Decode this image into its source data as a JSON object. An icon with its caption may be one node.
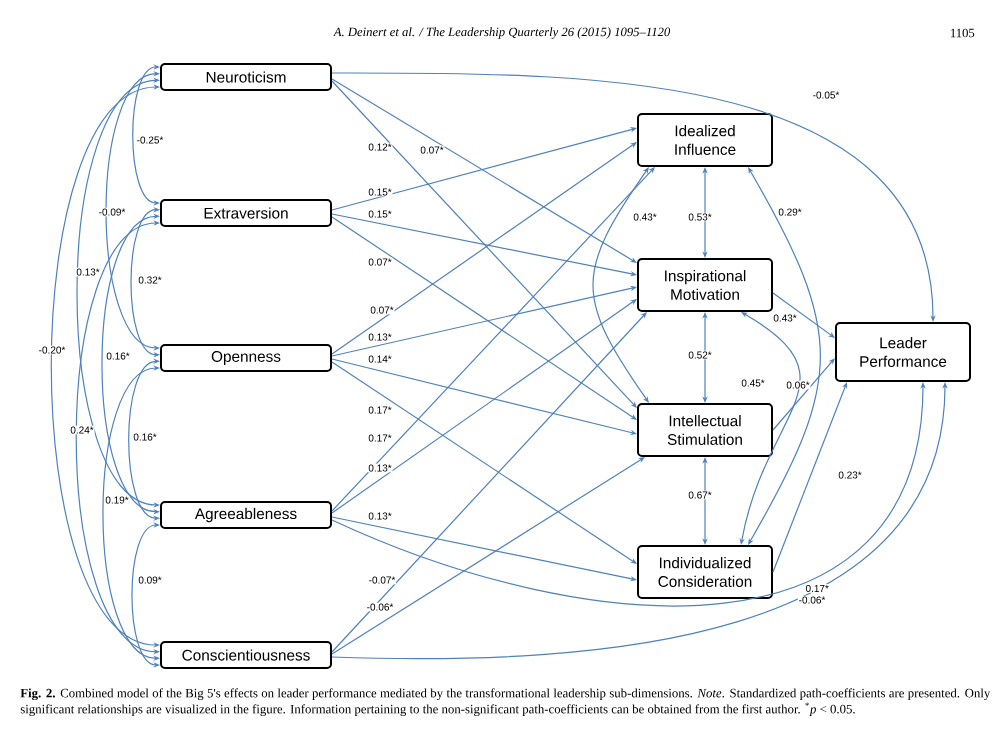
{
  "diagram": {
    "caption": "**Fig. 2.** Combined model of the Big 5's effects on leader performance mediated by the transformational leadership sub-dimensions. *Note*. Standardized path-coefficients are presented. Only significant relationships are visualized in the figure. Information pertaining to the non-significant path-coefficients can be obtained from the first author. $^{*}$*p* < 0.05.",
    "nodes": [
      {
        "text": [
          "Neuroticism"
        ]
      },
      {
        "text": [
          "Extraversion"
        ]
      },
      {
        "text": [
          "Openness"
        ]
      },
      {
        "text": [
          "Agreeableness"
        ]
      },
      {
        "text": [
          "Conscientiousness"
        ]
      },
      {
        "text": [
          "Idealized Influence"
        ]
      },
      {
        "text": [
          "Inspirational Motivation"
        ]
      },
      {
        "text": [
          "Intellectual Stimulation"
        ]
      },
      {
        "text": [
          "Individualized Consideration"
        ]
      },
      {
        "text": [
          "Leader Performance"
        ]
      }
    ],
    "edges": [
      {
        "from": 0,
        "to": 1,
        "arrow": "both",
        "label": "-0.25*"
      },
      {
        "from": 0,
        "to": 2,
        "arrow": "both",
        "label": "-0.09*"
      },
      {
        "from": 0,
        "to": 3,
        "arrow": "both",
        "label": "0.13*"
      },
      {
        "from": 0,
        "to": 4,
        "arrow": "both",
        "label": "-0.20*"
      },
      {
        "from": 1,
        "to": 2,
        "arrow": "both",
        "label": "0.32*"
      },
      {
        "from": 1,
        "to": 3,
        "arrow": "both",
        "label": "0.16*"
      },
      {
        "from": 1,
        "to": 4,
        "arrow": "both",
        "label": "0.24*"
      },
      {
        "from": 2,
        "to": 3,
        "arrow": "both",
        "label": "0.16*"
      },
      {
        "from": 2,
        "to": 4,
        "arrow": "both",
        "label": "0.19*"
      },
      {
        "from": 3,
        "to": 4,
        "arrow": "both",
        "label": "0.09*"
      },
      {
        "from": 0,
        "to": 6,
        "arrow": "to",
        "label": "0.07*"
      },
      {
        "from": 0,
        "to": 7,
        "arrow": "to",
        "label": "0.12*"
      },
      {
        "from": 0,
        "to": 9,
        "arrow": "to",
        "label": "-0.05*"
      },
      {
        "from": 1,
        "to": 5,
        "arrow": "to",
        "label": "0.15*"
      },
      {
        "from": 1,
        "to": 6,
        "arrow": "to",
        "label": "0.15*"
      },
      {
        "from": 1,
        "to": 7,
        "arrow": "to",
        "label": "0.07*"
      },
      {
        "from": 2,
        "to": 5,
        "arrow": "to",
        "label": "0.07*"
      },
      {
        "from": 2,
        "to": 6,
        "arrow": "to",
        "label": "0.13*"
      },
      {
        "from": 2,
        "to": 7,
        "arrow": "to",
        "label": "0.14*"
      },
      {
        "from": 2,
        "to": 8,
        "arrow": "to",
        "label": "0.17*"
      },
      {
        "from": 3,
        "to": 5,
        "arrow": "to",
        "label": "0.17*"
      },
      {
        "from": 3,
        "to": 6,
        "arrow": "to",
        "label": "0.13*"
      },
      {
        "from": 3,
        "to": 8,
        "arrow": "to",
        "label": "0.13*"
      },
      {
        "from": 3,
        "to": 9,
        "arrow": "to",
        "label": "-0.06*"
      },
      {
        "from": 4,
        "to": 6,
        "arrow": "to",
        "label": "-0.07*"
      },
      {
        "from": 4,
        "to": 7,
        "arrow": "to",
        "label": "-0.06*"
      },
      {
        "from": 4,
        "to": 9,
        "arrow": "to",
        "label": "0.17*"
      },
      {
        "from": 5,
        "to": 6,
        "arrow": "both",
        "label": "0.53*"
      },
      {
        "from": 5,
        "to": 7,
        "arrow": "both",
        "label": "0.43*"
      },
      {
        "from": 5,
        "to": 8,
        "arrow": "both",
        "label": "0.29*"
      },
      {
        "from": 6,
        "to": 7,
        "arrow": "both",
        "label": "0.52*"
      },
      {
        "from": 6,
        "to": 8,
        "arrow": "both",
        "label": "0.45*"
      },
      {
        "from": 6,
        "to": 9,
        "arrow": "to",
        "label": "0.43*"
      },
      {
        "from": 7,
        "to": 8,
        "arrow": "both",
        "label": "0.67*"
      },
      {
        "from": 7,
        "to": 9,
        "arrow": "to",
        "label": "0.06*"
      },
      {
        "from": 8,
        "to": 9,
        "arrow": "to",
        "label": "0.23*"
      }
    ],
    "labels": [
      "A. Deinert et al. / The Leadership Quarterly 26 (2015) 1095–1120",
      "1105"
    ]
  }
}
